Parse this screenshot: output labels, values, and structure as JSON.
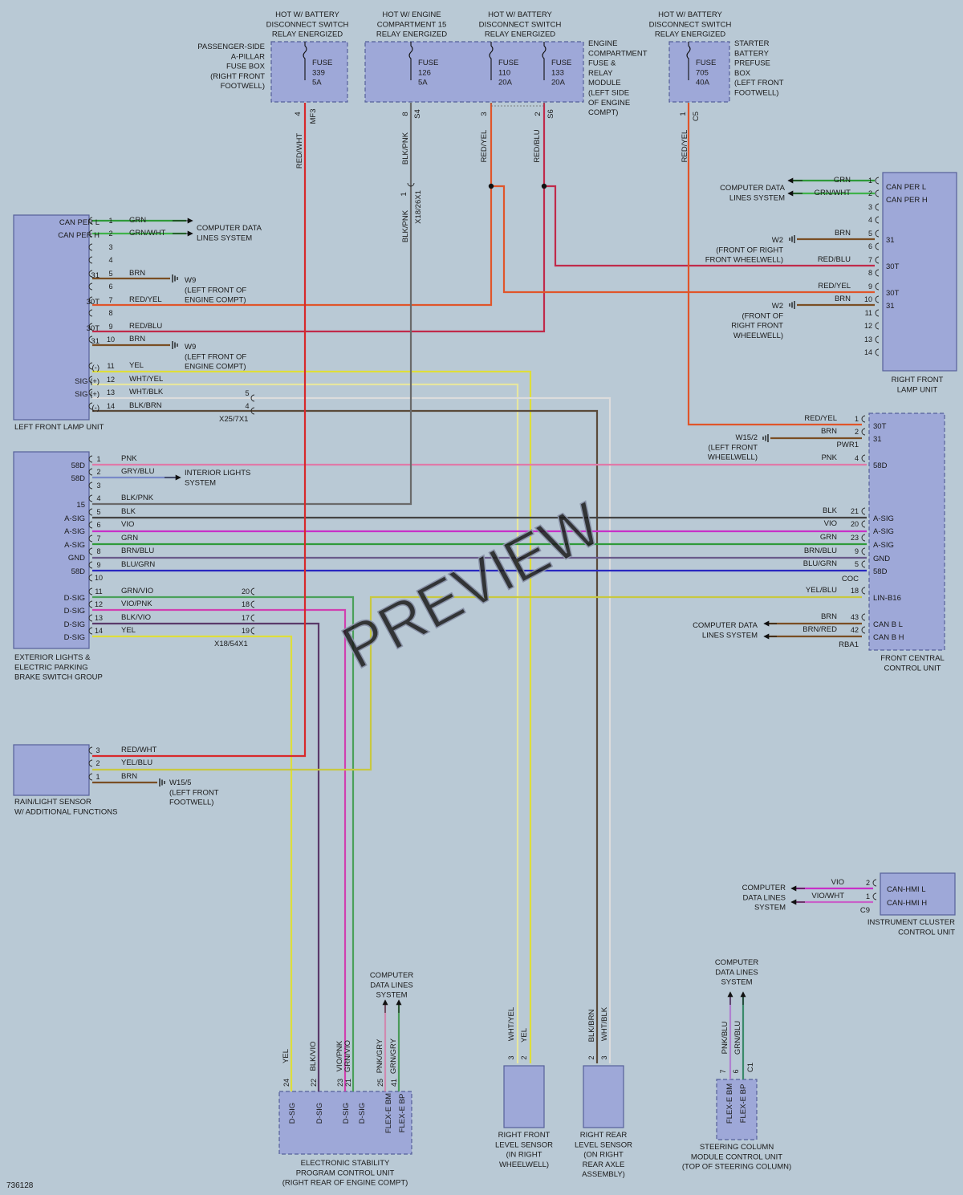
{
  "figure_id": "736128",
  "watermark": "PREVIEW",
  "colors": {
    "RED_WHT": "#d8282a",
    "RED_YEL": "#e0552a",
    "RED_BLU": "#c02a4a",
    "BRN": "#7a4e24",
    "BLK_PNK": "#6a6a6a",
    "GRN": "#2f9a3a",
    "GRN_WHT": "#3fb24a",
    "YEL": "#dede3a",
    "WHT_YEL": "#e6e6a0",
    "WHT_BLK": "#dcdcdc",
    "BLK_BRN": "#5a4a3a",
    "PNK": "#e07aa8",
    "GRY_BLU": "#7a8ac8",
    "BLK": "#444444",
    "VIO": "#c830c8",
    "BRN_BLU": "#6a5a8a",
    "BLU_GRN": "#2828c0",
    "GRN_VIO": "#4aa05a",
    "VIO_PNK": "#d040b0",
    "BLK_VIO": "#5a3a6a",
    "YEL_BLU": "#c8c840",
    "PNK_GRY": "#d08ab0",
    "GRN_GRY": "#4a9a5a",
    "VIO_WHT": "#c860c8",
    "PNK_BLU": "#b080d0",
    "GRN_BLU": "#3a8a6a",
    "box_fill": "#9ea8d8",
    "box_stroke": "#56609a"
  },
  "top": {
    "fb1": {
      "title": [
        "HOT W/ BATTERY",
        "DISCONNECT SWITCH",
        "RELAY ENERGIZED"
      ],
      "label": [
        "PASSENGER-SIDE",
        "A-PILLAR",
        "FUSE BOX",
        "(RIGHT FRONT",
        "FOOTWELL)"
      ],
      "fuses": [
        [
          "FUSE",
          "339",
          "5A"
        ]
      ],
      "pins": [
        "4"
      ],
      "conn": "MF3"
    },
    "fb2": {
      "title1": [
        "HOT W/ ENGINE",
        "COMPARTMENT 15",
        "RELAY ENERGIZED"
      ],
      "title2": [
        "HOT W/ BATTERY",
        "DISCONNECT SWITCH",
        "RELAY ENERGIZED"
      ],
      "label": [
        "ENGINE",
        "COMPARTMENT",
        "FUSE &",
        "RELAY",
        "MODULE",
        "(LEFT SIDE",
        "OF ENGINE",
        "COMPT)"
      ],
      "fuses": [
        [
          "FUSE",
          "126",
          "5A"
        ],
        [
          "FUSE",
          "110",
          "20A"
        ],
        [
          "FUSE",
          "133",
          "20A"
        ]
      ],
      "pins": [
        "8",
        "3",
        "2"
      ],
      "conns": [
        "S4",
        "S6"
      ]
    },
    "fb3": {
      "title": [
        "HOT W/ BATTERY",
        "DISCONNECT SWITCH",
        "RELAY ENERGIZED"
      ],
      "label": [
        "STARTER",
        "BATTERY",
        "PREFUSE",
        "BOX",
        "(LEFT FRONT",
        "FOOTWELL)"
      ],
      "fuses": [
        [
          "FUSE",
          "705",
          "40A"
        ]
      ],
      "pins": [
        "1"
      ],
      "conn": "C5"
    }
  },
  "vertical_labels": {
    "red_wht": "RED/WHT",
    "blk_pnk": "BLK/PNK",
    "blk_pnk2": "BLK/PNK",
    "x18_26": "X18/26X1",
    "red_yel": "RED/YEL",
    "red_blu": "RED/BLU",
    "red_yel2": "RED/YEL",
    "inline_pin": "1"
  },
  "left_front_lamp": {
    "name": "LEFT FRONT LAMP UNIT",
    "internal": [
      "CAN PER L",
      "CAN PER H",
      "31",
      "30T",
      "30T",
      "31",
      "(-)",
      "SIG (+)",
      "SIG (+)",
      "(-)"
    ],
    "pins": [
      "1",
      "2",
      "3",
      "4",
      "5",
      "6",
      "7",
      "8",
      "9",
      "10",
      "11",
      "12",
      "13",
      "14"
    ],
    "wires": [
      "GRN",
      "GRN/WHT",
      "BRN",
      "RED/YEL",
      "RED/BLU",
      "BRN",
      "YEL",
      "WHT/YEL",
      "WHT/BLK",
      "BLK/BRN"
    ],
    "data_label": [
      "COMPUTER DATA",
      "LINES SYSTEM"
    ],
    "gnd1": [
      "W9",
      "(LEFT FRONT OF",
      "ENGINE COMPT)"
    ],
    "gnd2": [
      "W9",
      "(LEFT FRONT OF",
      "ENGINE COMPT)"
    ],
    "x25_pins": [
      "5",
      "4"
    ],
    "x25": "X25/7X1"
  },
  "right_front_lamp": {
    "name": [
      "RIGHT FRONT",
      "LAMP UNIT"
    ],
    "internal": [
      "CAN PER L",
      "CAN PER H",
      "31",
      "30T",
      "30T",
      "31"
    ],
    "pins": [
      "1",
      "2",
      "3",
      "4",
      "5",
      "6",
      "7",
      "8",
      "9",
      "10",
      "11",
      "12",
      "13",
      "14"
    ],
    "wires": [
      "GRN",
      "GRN/WHT",
      "BRN",
      "RED/BLU",
      "RED/YEL",
      "BRN"
    ],
    "data_label": [
      "COMPUTER DATA",
      "LINES SYSTEM"
    ],
    "gnd1": [
      "W2",
      "(FRONT OF RIGHT",
      "FRONT WHEELWELL)"
    ],
    "gnd2": [
      "W2",
      "(FRONT OF",
      "RIGHT FRONT",
      "WHEELWELL)"
    ]
  },
  "exterior_switch": {
    "name": [
      "EXTERIOR LIGHTS &",
      "ELECTRIC PARKING",
      "BRAKE SWITCH GROUP"
    ],
    "internal": [
      "58D",
      "58D",
      "15",
      "A-SIG",
      "A-SIG",
      "A-SIG",
      "GND",
      "58D",
      "D-SIG",
      "D-SIG",
      "D-SIG",
      "D-SIG"
    ],
    "pins": [
      "1",
      "2",
      "3",
      "4",
      "5",
      "6",
      "7",
      "8",
      "9",
      "10",
      "11",
      "12",
      "13",
      "14"
    ],
    "wires": [
      "PNK",
      "GRY/BLU",
      "BLK/PNK",
      "BLK",
      "VIO",
      "GRN",
      "BRN/BLU",
      "BLU/GRN",
      "GRN/VIO",
      "VIO/PNK",
      "BLK/VIO",
      "YEL"
    ],
    "interior_label": [
      "INTERIOR LIGHTS",
      "SYSTEM"
    ],
    "x18_pins": [
      "20",
      "18",
      "17",
      "19"
    ],
    "x18": "X18/54X1"
  },
  "front_central": {
    "name": [
      "FRONT CENTRAL",
      "CONTROL UNIT"
    ],
    "internal": [
      "30T",
      "31",
      "58D",
      "A-SIG",
      "A-SIG",
      "A-SIG",
      "GND",
      "58D",
      "LIN-B16",
      "CAN B L",
      "CAN B H"
    ],
    "pins": [
      "1",
      "2",
      "4",
      "21",
      "20",
      "23",
      "9",
      "5",
      "18",
      "43",
      "42"
    ],
    "wires": [
      "RED/YEL",
      "BRN",
      "PNK",
      "BLK",
      "VIO",
      "GRN",
      "BRN/BLU",
      "BLU/GRN",
      "YEL/BLU",
      "BRN",
      "BRN/RED"
    ],
    "conns": [
      "PWR1",
      "COC",
      "RBA1"
    ],
    "gnd": [
      "W15/2",
      "(LEFT FRONT",
      "WHEELWELL)"
    ],
    "data_label": [
      "COMPUTER DATA",
      "LINES SYSTEM"
    ]
  },
  "rain_sensor": {
    "name": [
      "RAIN/LIGHT SENSOR",
      "W/ ADDITIONAL FUNCTIONS"
    ],
    "pins": [
      "3",
      "2",
      "1"
    ],
    "wires": [
      "RED/WHT",
      "YEL/BLU",
      "BRN"
    ],
    "gnd": [
      "W15/5",
      "(LEFT FRONT",
      "FOOTWELL)"
    ]
  },
  "instrument_cluster": {
    "name": [
      "INSTRUMENT CLUSTER",
      "CONTROL UNIT"
    ],
    "internal": [
      "CAN-HMI L",
      "CAN-HMI H"
    ],
    "pins": [
      "2",
      "1"
    ],
    "wires": [
      "VIO",
      "VIO/WHT"
    ],
    "conn": "C9",
    "data_label": [
      "COMPUTER",
      "DATA LINES",
      "SYSTEM"
    ]
  },
  "esp": {
    "name": [
      "ELECTRONIC STABILITY",
      "PROGRAM CONTROL UNIT",
      "(RIGHT REAR OF ENGINE COMPT)"
    ],
    "internal": [
      "D-SIG",
      "D-SIG",
      "D-SIG",
      "D-SIG",
      "FLEX-E BM",
      "FLEX-E BP"
    ],
    "pins": [
      "24",
      "22",
      "23",
      "21",
      "25",
      "41"
    ],
    "wires": [
      "YEL",
      "BLK/VIO",
      "VIO/PNK",
      "GRN/VIO",
      "PNK/GRY",
      "GRN/GRY"
    ],
    "data_label": [
      "COMPUTER",
      "DATA LINES",
      "SYSTEM"
    ]
  },
  "rf_level": {
    "name": [
      "RIGHT FRONT",
      "LEVEL SENSOR",
      "(IN RIGHT",
      "WHEELWELL)"
    ],
    "pins": [
      "3",
      "2"
    ],
    "wires": [
      "WHT/YEL",
      "YEL"
    ]
  },
  "rr_level": {
    "name": [
      "RIGHT REAR",
      "LEVEL SENSOR",
      "(ON RIGHT",
      "REAR AXLE",
      "ASSEMBLY)"
    ],
    "pins": [
      "2",
      "3"
    ],
    "wires": [
      "BLK/BRN",
      "WHT/BLK"
    ]
  },
  "steering": {
    "name": [
      "STEERING COLUMN",
      "MODULE CONTROL UNIT",
      "(TOP OF STEERING COLUMN)"
    ],
    "internal": [
      "FLEX-E BM",
      "FLEX-E BP"
    ],
    "pins": [
      "7",
      "6"
    ],
    "wires": [
      "PNK/BLU",
      "GRN/BLU"
    ],
    "conn": "C1",
    "data_label": [
      "COMPUTER",
      "DATA LINES",
      "SYSTEM"
    ]
  }
}
